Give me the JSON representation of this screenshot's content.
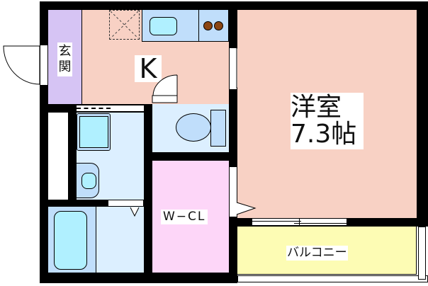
{
  "floor_plan": {
    "rooms": {
      "genkan": {
        "label_line1": "玄",
        "label_line2": "関",
        "color": "#d6c4f4"
      },
      "kitchen": {
        "label": "K",
        "color": "#f8d1c4"
      },
      "western_room": {
        "label_line1": "洋室",
        "label_line2": "7.3帖",
        "color": "#f8d1c4"
      },
      "walk_in_closet": {
        "label": "W−CL",
        "color": "#fdd6f8"
      },
      "toilet": {
        "color": "#dcefff"
      },
      "washroom": {
        "color": "#dcefff"
      },
      "bathroom": {
        "color": "#dcefff"
      },
      "balcony": {
        "label": "バルコニー",
        "color": "#fdfcb4"
      }
    },
    "fixtures": {
      "sink_color": "#b0f0ff",
      "counter_color": "#c0defb",
      "stove_burner_color": "#8b4513"
    },
    "wall_color": "#000000"
  }
}
